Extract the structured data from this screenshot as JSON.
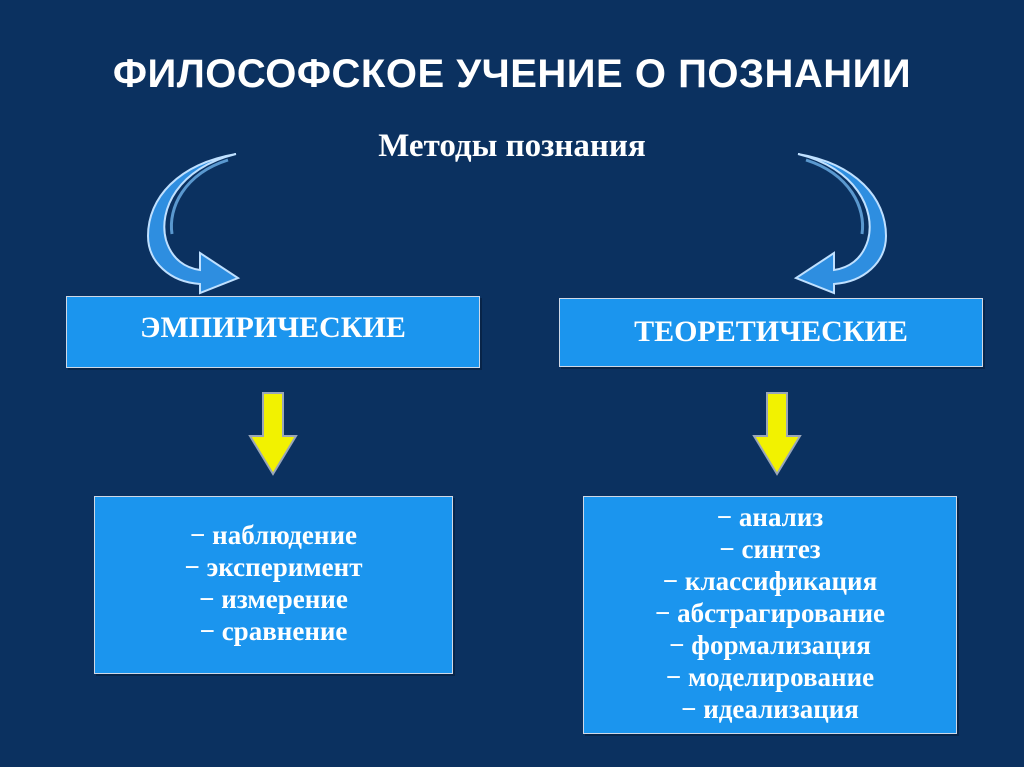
{
  "title": "ФИЛОСОФСКОЕ УЧЕНИЕ О ПОЗНАНИИ",
  "subtitle": "Методы познания",
  "branches": [
    {
      "label": "ЭМПИРИЧЕСКИЕ",
      "methods": [
        "− наблюдение",
        "− эксперимент",
        "− измерение",
        "− сравнение"
      ]
    },
    {
      "label": "ТЕОРЕТИЧЕСКИЕ",
      "methods": [
        "− анализ",
        "− синтез",
        "− классификация",
        "− абстрагирование",
        "− формализация",
        "− моделирование",
        "− идеализация"
      ]
    }
  ],
  "colors": {
    "background": "#0b3160",
    "box_fill": "#1b95ee",
    "curved_arrow": "#2e8ee0",
    "down_arrow": "#f2f200"
  },
  "icons": {
    "curved_arrow_left": "curved-arrow-icon",
    "curved_arrow_right": "curved-arrow-icon",
    "down_arrow": "down-arrow-icon"
  }
}
